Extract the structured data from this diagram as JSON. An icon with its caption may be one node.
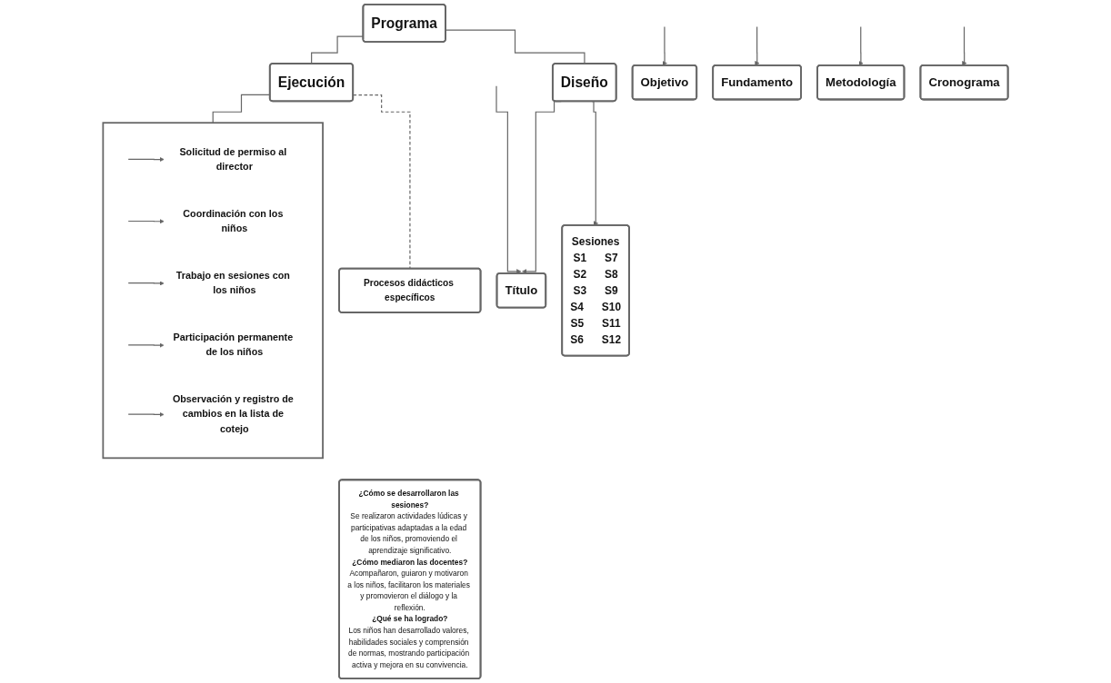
{
  "diagram": {
    "nodes": [
      {
        "text": [
          "Programa"
        ]
      },
      {
        "text": [
          "Diseño"
        ]
      },
      {
        "text": [
          "Ejecución"
        ]
      },
      {
        "text": [
          "Procesos didácticos específicos"
        ]
      },
      {
        "text": [
          "Título"
        ]
      },
      {
        "text": [
          "Objetivo"
        ]
      },
      {
        "text": [
          "Fundamento"
        ]
      },
      {
        "text": [
          "Metodología"
        ]
      },
      {
        "text": [
          "Cronograma"
        ]
      },
      {
        "text": [
          "Sesiones",
          "S1",
          "S7",
          "S2",
          "S8",
          "S3",
          "S9",
          "S4",
          "S10",
          "S5",
          "S11",
          "S6",
          "S12"
        ]
      },
      {
        "text": [],
        "shape": "box"
      },
      {
        "text": [
          "Solicitud de permiso al director"
        ],
        "in": 10
      },
      {
        "text": [
          "Coordinación con los niños"
        ],
        "in": 10
      },
      {
        "text": [
          "Trabajo en sesiones con los niños"
        ],
        "in": 10
      },
      {
        "text": [
          "Participación permanente de los niños"
        ],
        "in": 10
      },
      {
        "text": [
          "Observación y registro de cambios en la lista de cotejo"
        ],
        "in": 10
      },
      {
        "text": [
          "¿Cómo se desarrollaron las sesiones?",
          "Se realizaron actividades lúdicas y participativas adaptadas a la edad de los niños, promoviendo el aprendizaje significativo.",
          "¿Cómo mediaron las docentes?",
          "Acompañaron, guiaron y motivaron a los niños, facilitaron los materiales y promovieron el diálogo y la reflexión.",
          "¿Qué se ha logrado?",
          "Los niños han desarrollado valores, habilidades sociales y comprensión de normas, mostrando participación activa y mejora en su convivencia."
        ]
      }
    ],
    "edges": [
      {
        "from": 0,
        "to": 1,
        "arrow": "none"
      },
      {
        "from": 0,
        "to": 2,
        "arrow": "none"
      },
      {
        "from": 2,
        "to": 3,
        "arrow": "none",
        "style": "dashed"
      },
      {
        "from": 1,
        "to": 4,
        "arrow": "to"
      },
      {
        "from": 1,
        "to": 9,
        "arrow": "to"
      },
      {
        "from": null,
        "to": 4,
        "arrow": "to"
      },
      {
        "from": null,
        "to": 5,
        "arrow": "to"
      },
      {
        "from": null,
        "to": 6,
        "arrow": "to"
      },
      {
        "from": null,
        "to": 7,
        "arrow": "to"
      },
      {
        "from": null,
        "to": 8,
        "arrow": "to"
      },
      {
        "from": 2,
        "to": 10,
        "arrow": "none"
      },
      {
        "from": null,
        "to": 11,
        "arrow": "to"
      },
      {
        "from": null,
        "to": 12,
        "arrow": "to"
      },
      {
        "from": null,
        "to": 13,
        "arrow": "to"
      },
      {
        "from": null,
        "to": 14,
        "arrow": "to"
      },
      {
        "from": null,
        "to": 15,
        "arrow": "to"
      }
    ]
  }
}
